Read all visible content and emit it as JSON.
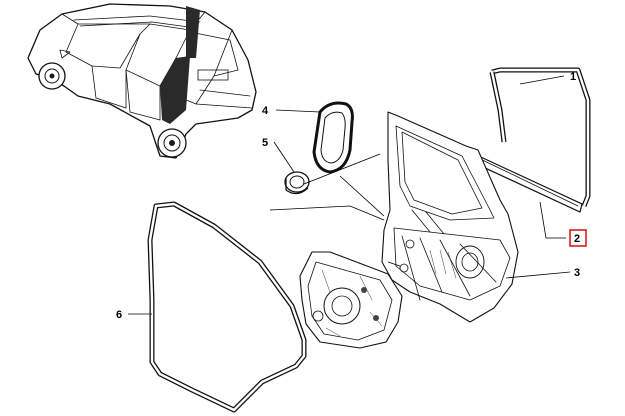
{
  "diagram": {
    "callouts": [
      {
        "id": "1",
        "label": "1",
        "highlighted": false
      },
      {
        "id": "2",
        "label": "2",
        "highlighted": true
      },
      {
        "id": "3",
        "label": "3",
        "highlighted": false
      },
      {
        "id": "4",
        "label": "4",
        "highlighted": false
      },
      {
        "id": "5",
        "label": "5",
        "highlighted": false
      },
      {
        "id": "6",
        "label": "6",
        "highlighted": false
      }
    ],
    "colors": {
      "line": "#111111",
      "background": "#ffffff",
      "highlight_box": "#cc0000"
    }
  }
}
